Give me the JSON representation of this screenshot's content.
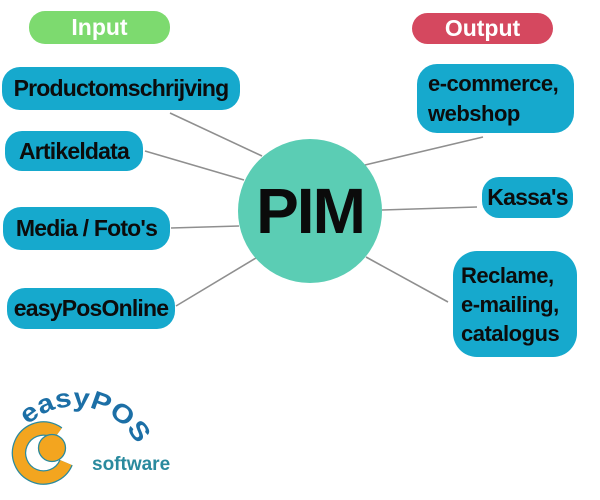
{
  "legend": {
    "input_label": "Input",
    "output_label": "Output"
  },
  "hub": {
    "label": "PIM"
  },
  "inputs": [
    {
      "label": "Productomschrijving"
    },
    {
      "label": "Artikeldata"
    },
    {
      "label": "Media / Foto's"
    },
    {
      "label": "easyPosOnline"
    }
  ],
  "outputs": [
    {
      "lines": [
        "e-commerce,",
        "webshop"
      ]
    },
    {
      "lines": [
        "Kassa's"
      ]
    },
    {
      "lines": [
        "Reclame,",
        "e-mailing,",
        "catalogus"
      ]
    }
  ],
  "logo": {
    "brand": "easyPOS",
    "subtitle": "software"
  },
  "colors": {
    "box-blue": "#16a9cd",
    "hub-teal": "#5bcdb4",
    "input-green": "#7dda6f",
    "output-red": "#d5485f",
    "line-gray": "#8f8f8f",
    "logo-orange": "#f3a51f",
    "brand-blue": "#1c6fa6",
    "brand-teal": "#2a8a9e"
  }
}
